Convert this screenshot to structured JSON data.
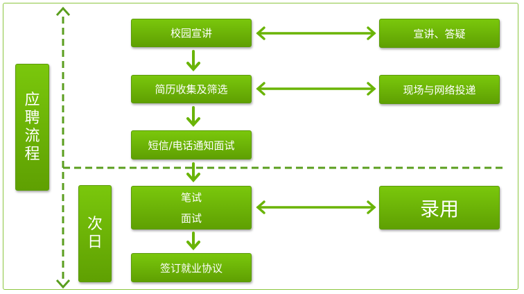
{
  "diagram": {
    "side_labels": {
      "process": [
        "应",
        "聘",
        "流",
        "程"
      ],
      "next_day": [
        "次",
        "日"
      ]
    },
    "steps": {
      "campus_talk": "校园宣讲",
      "resume_screening": "简历收集及筛选",
      "sms_notice": "短信/电话通知面试",
      "written_test": "笔试",
      "interview": "面试",
      "sign_contract": "签订就业协议"
    },
    "outcomes": {
      "qa": "宣讲、答疑",
      "submission": "现场与网络投递",
      "hire": "录用"
    },
    "colors": {
      "box": "#6ab407",
      "arrow": "#6ab407",
      "dashed_line": "#5a9e1e",
      "frame": "#8cc63f"
    }
  }
}
